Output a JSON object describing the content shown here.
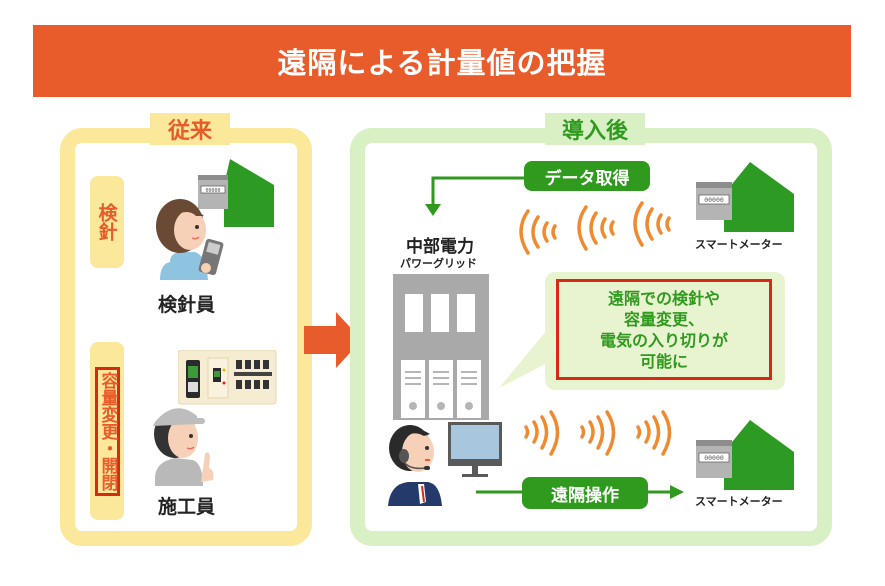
{
  "title": "遠隔による計量値の把握",
  "before": {
    "label": "従来",
    "meter_reading_tag": "検針",
    "meter_reader_caption": "検針員",
    "capacity_tag": "容量変更・開閉",
    "worker_caption": "施工員"
  },
  "after": {
    "label": "導入後",
    "company_name": "中部電力",
    "company_sub": "パワーグリッド",
    "data_acquisition_label": "データ取得",
    "remote_operation_label": "遠隔操作",
    "smart_meter_label_top": "スマートメーター",
    "smart_meter_label_bottom": "スマートメーター",
    "callout_lines": [
      "遠隔での検針や",
      "容量変更、",
      "電気の入り切りが",
      "可能に"
    ]
  },
  "colors": {
    "banner": "#e85b2a",
    "before_frame": "#fbe89a",
    "after_frame": "#d8f0c4",
    "green": "#2f9a1e",
    "orange_wave": "#f08a30",
    "highlight_red": "#d62a14"
  }
}
